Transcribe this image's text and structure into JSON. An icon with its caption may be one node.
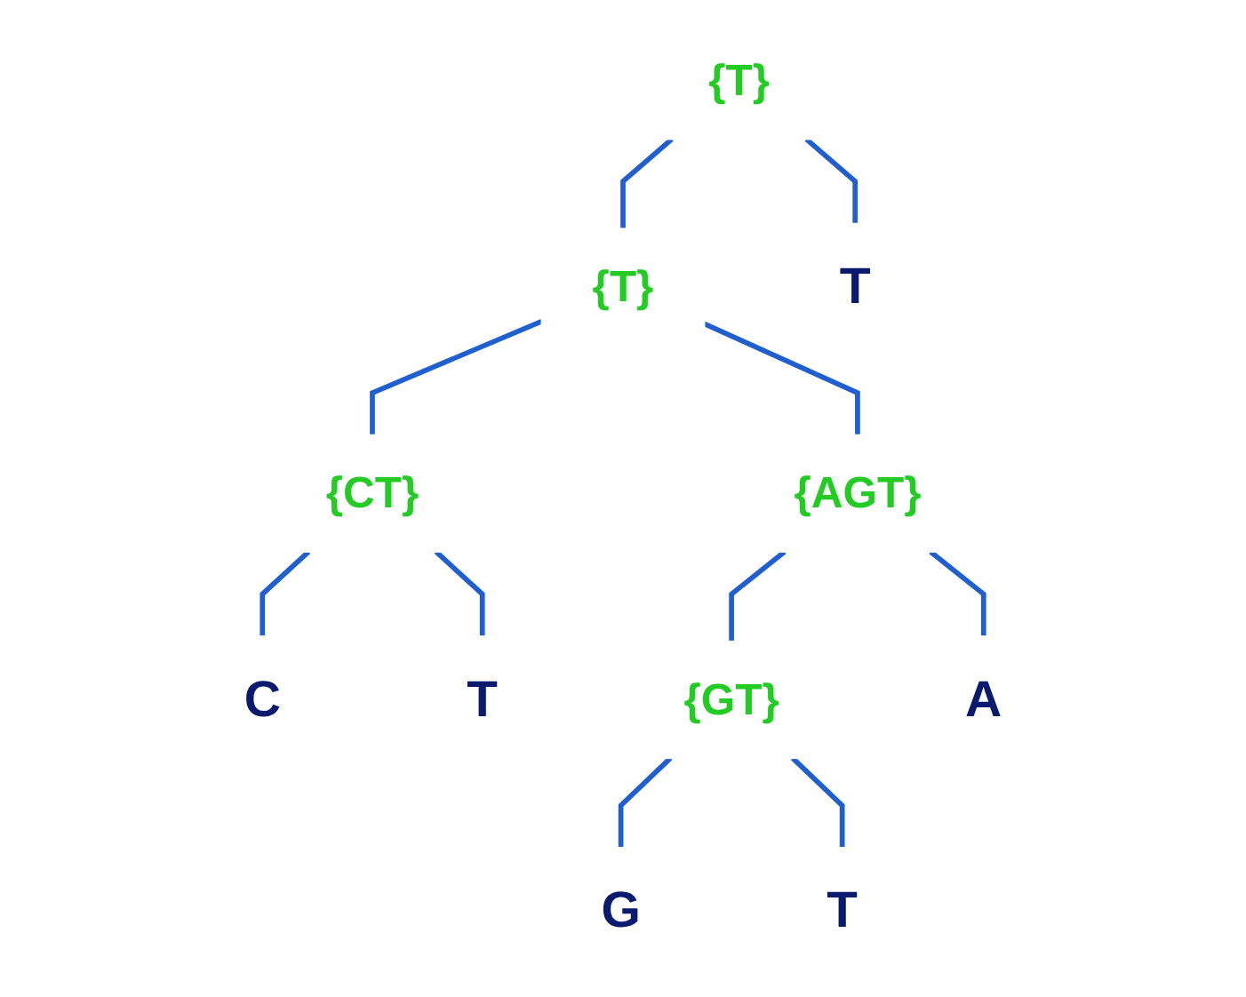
{
  "diagram": {
    "nodes": [
      {
        "text": [
          "{T}"
        ]
      },
      {
        "text": [
          "{T}"
        ]
      },
      {
        "text": [
          "{AGT}"
        ]
      },
      {
        "text": [
          "{CT}"
        ]
      },
      {
        "text": [
          "{GT}"
        ]
      },
      {
        "text": [
          "C"
        ]
      },
      {
        "text": [
          "T"
        ]
      },
      {
        "text": [
          "G"
        ]
      },
      {
        "text": [
          "T"
        ]
      },
      {
        "text": [
          "A"
        ]
      },
      {
        "text": [
          "T"
        ]
      }
    ],
    "edges": [
      {
        "from": 0,
        "to": 1,
        "arrow": "none"
      },
      {
        "from": 0,
        "to": 10,
        "arrow": "none"
      },
      {
        "from": 1,
        "to": 3,
        "arrow": "none"
      },
      {
        "from": 1,
        "to": 2,
        "arrow": "none"
      },
      {
        "from": 2,
        "to": 4,
        "arrow": "none"
      },
      {
        "from": 2,
        "to": 9,
        "arrow": "none"
      },
      {
        "from": 3,
        "to": 5,
        "arrow": "none"
      },
      {
        "from": 3,
        "to": 6,
        "arrow": "none"
      },
      {
        "from": 4,
        "to": 7,
        "arrow": "none"
      },
      {
        "from": 4,
        "to": 8,
        "arrow": "none"
      }
    ]
  }
}
